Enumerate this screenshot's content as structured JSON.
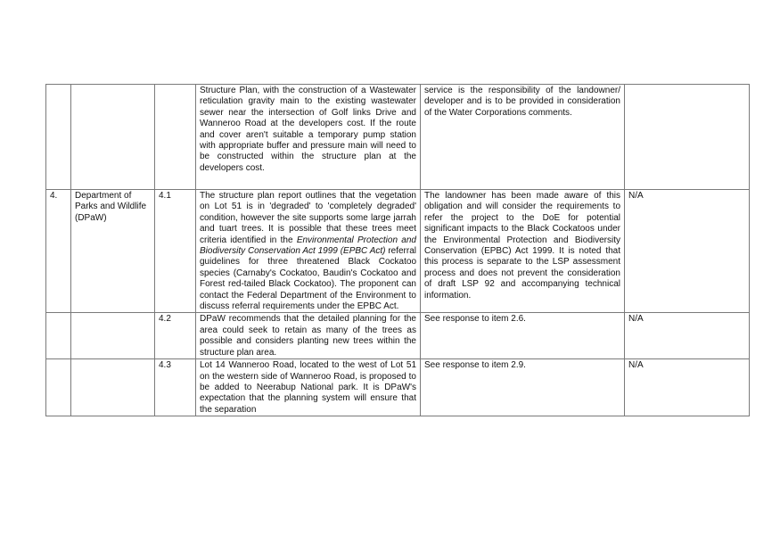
{
  "table": {
    "rows": [
      {
        "id": "cont",
        "num": "",
        "organisation": "",
        "item": "",
        "comment": "Structure Plan, with the construction of a Wastewater reticulation gravity main to the existing wastewater sewer near the intersection of Golf links Drive and Wanneroo Road at the developers cost. If the route and cover aren't suitable a temporary pump station with appropriate buffer and pressure main will need to be constructed within the structure plan at the developers cost.",
        "response": "service is the responsibility of the landowner/ developer and is to be provided in consideration of the Water Corporations comments.",
        "modification": ""
      },
      {
        "id": "r41",
        "num": "4.",
        "organisation": "Department of Parks and Wildlife (DPaW)",
        "item": "4.1",
        "comment_parts": {
          "a": "The structure plan report outlines that the vegetation on Lot 51 is in 'degraded' to 'completely degraded' condition, however the site supports some large jarrah and tuart trees. It is possible that these trees meet criteria identified in the ",
          "b": "Environmental Protection and Biodiversity Conservation Act 1999 (EPBC Act)",
          "c": " referral guidelines for three threatened Black Cockatoo species (Carnaby's Cockatoo, Baudin's Cockatoo and Forest red-tailed Black Cockatoo). The proponent can contact the Federal Department of the Environment to discuss referral requirements under the EPBC Act."
        },
        "response": "The landowner has been made aware of this obligation and will consider the requirements to refer the project to the DoE for potential significant impacts to the Black Cockatoos under the Environmental Protection and Biodiversity Conservation (EPBC) Act 1999. It is noted that this process is separate to the LSP assessment process and does not prevent the consideration of draft LSP 92 and accompanying technical information.",
        "modification": "N/A"
      },
      {
        "id": "r42",
        "item": "4.2",
        "comment": "DPaW recommends that the detailed planning for the area could seek to retain as many of the trees as possible and considers planting new trees within the structure plan area.",
        "response": "See response to item 2.6.",
        "modification": "N/A"
      },
      {
        "id": "r43",
        "item": "4.3",
        "comment": "Lot 14 Wanneroo Road, located to the west of Lot 51 on the western side of Wanneroo Road, is proposed to be added to Neerabup National park. It is DPaW's expectation that the planning system will ensure that the separation",
        "response": "See response to item 2.9.",
        "modification": "N/A"
      }
    ]
  }
}
